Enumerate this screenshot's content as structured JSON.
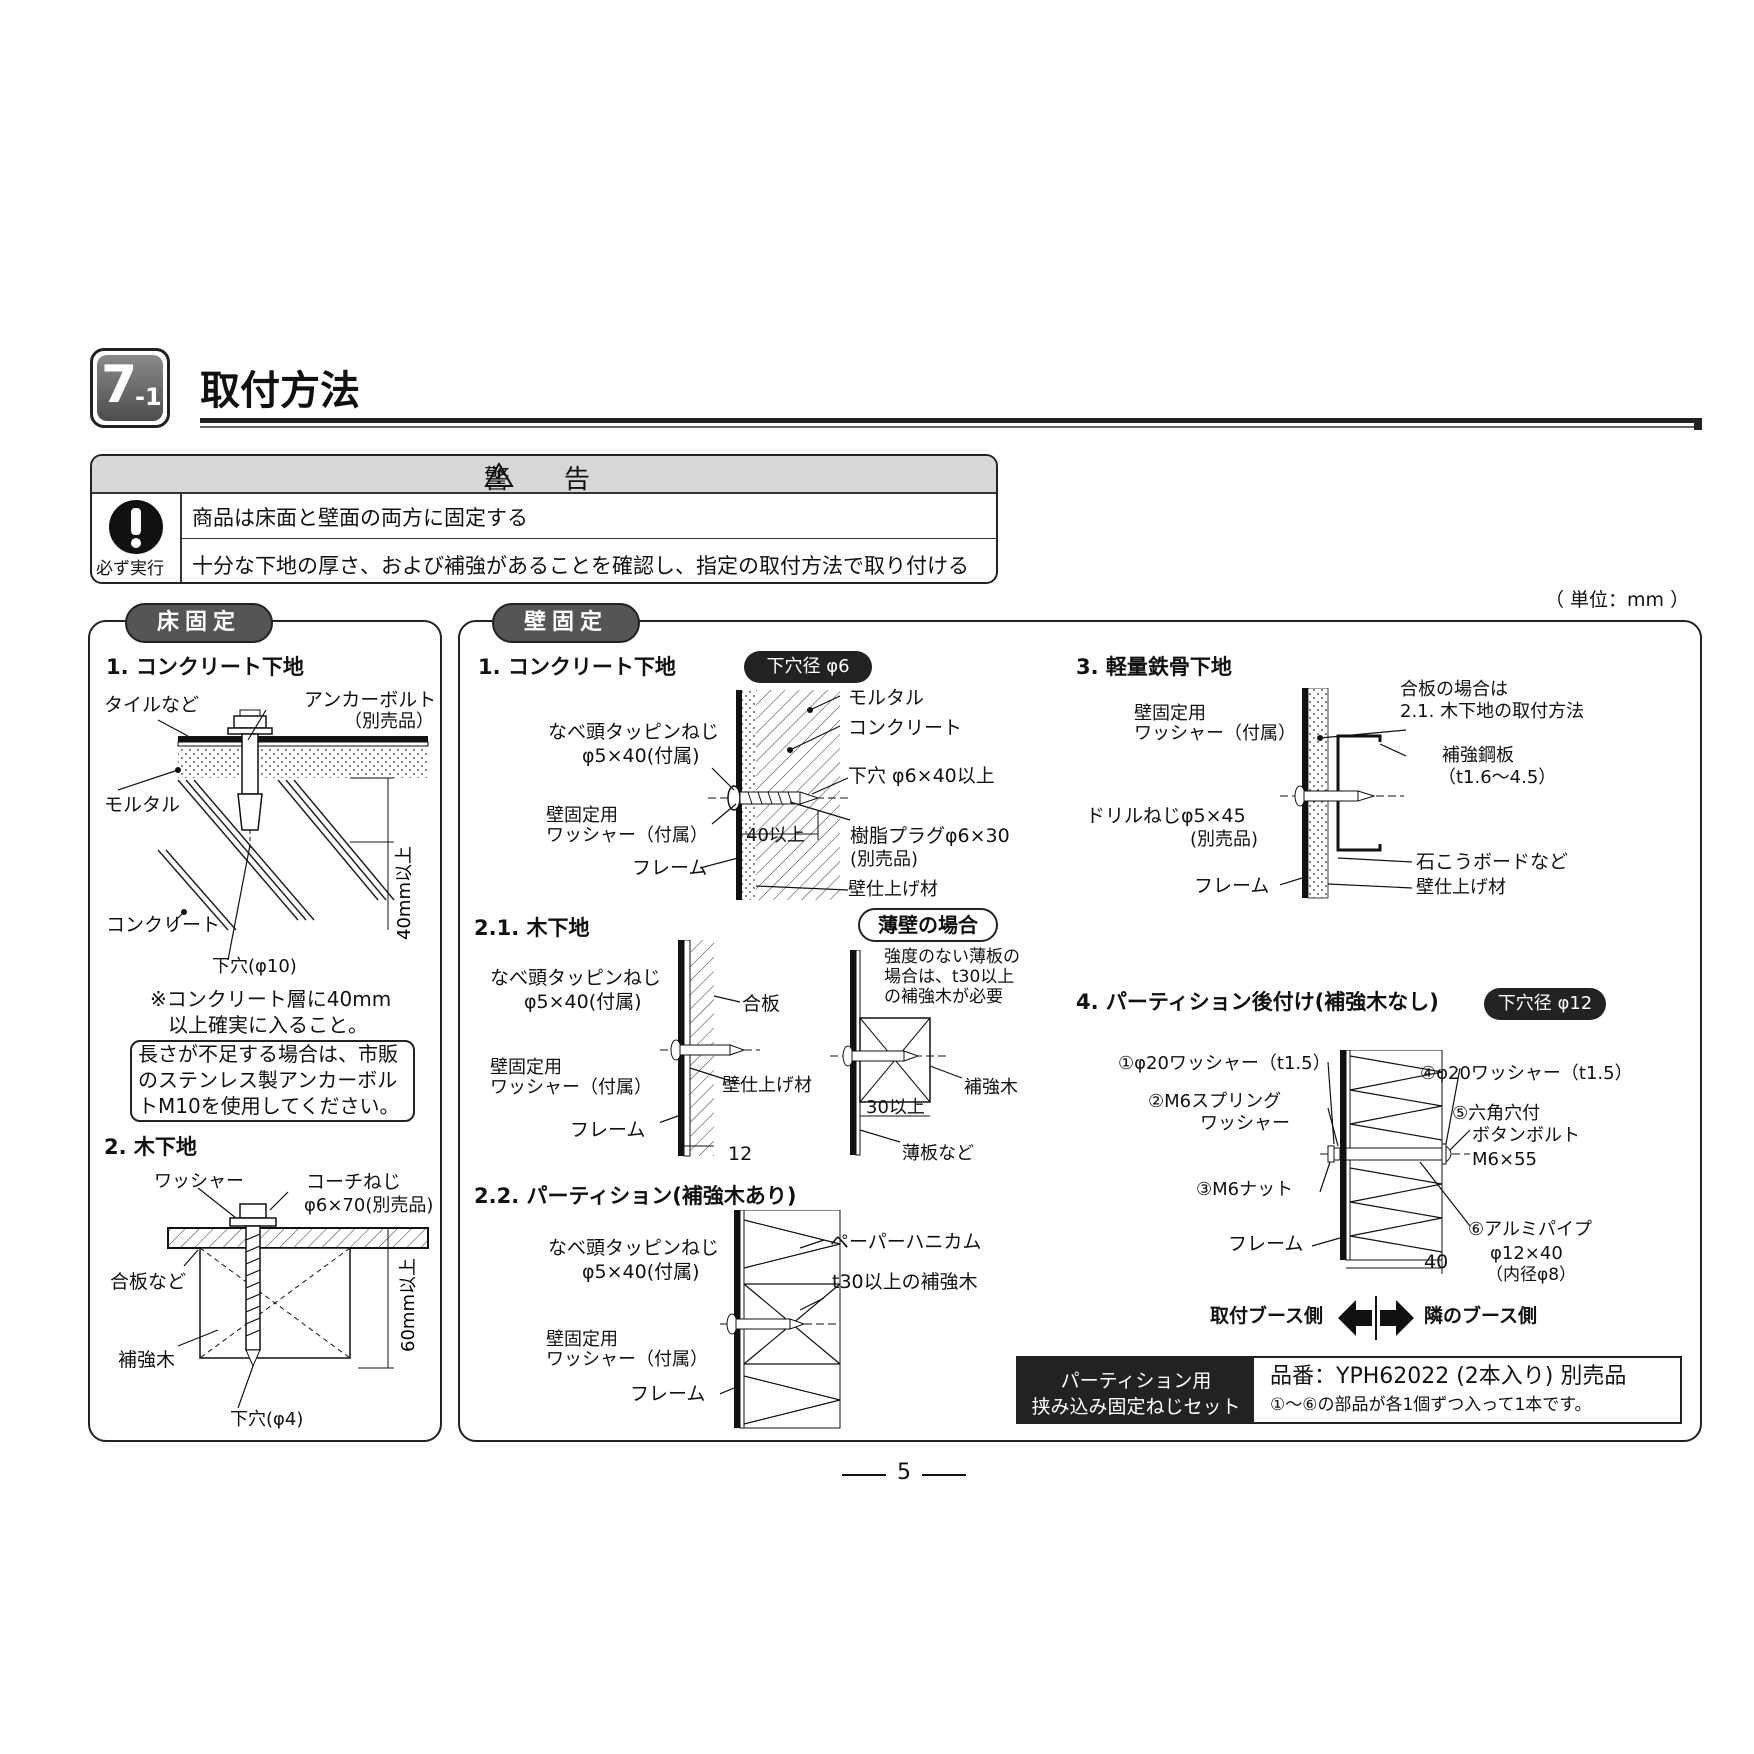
{
  "section": {
    "number": "7",
    "sub": "-1",
    "title": "取付方法"
  },
  "warning": {
    "header": "警　告",
    "icon_label": "必ず実行",
    "row1": "商品は床面と壁面の両方に固定する",
    "row2": "十分な下地の厚さ、および補強があることを確認し、指定の取付方法で取り付ける"
  },
  "unit": "（ 単位：mm ）",
  "floor": {
    "badge": "床固定",
    "concrete": {
      "heading": "1. コンクリート下地",
      "tile": "タイルなど",
      "anchor1": "アンカーボルト",
      "anchor2": "（別売品）",
      "mortar": "モルタル",
      "concrete": "コンクリート",
      "depth": "40mm以上",
      "hole": "下穴(φ10)",
      "note1": "※コンクリート層に40mm",
      "note2": "以上確実に入ること。",
      "paren1": "長さが不足する場合は、市販",
      "paren2": "のステンレス製アンカーボル",
      "paren3": "トM10を使用してください。"
    },
    "wood": {
      "heading": "2. 木下地",
      "washer": "ワッシャー",
      "coach1": "コーチねじ",
      "coach2": "φ6×70(別売品)",
      "plywood": "合板など",
      "reinforce": "補強木",
      "depth": "60mm以上",
      "hole": "下穴(φ4)"
    }
  },
  "wall": {
    "badge": "壁固定",
    "concrete": {
      "heading": "1. コンクリート下地",
      "tag": "下穴径 φ6",
      "mortar": "モルタル",
      "concrete": "コンクリート",
      "screw1": "なべ頭タッピンねじ",
      "screw2": "φ5×40(付属)",
      "hole": "下穴 φ6×40以上",
      "washer1": "壁固定用",
      "washer2": "ワッシャー（付属）",
      "dim": "40以上",
      "plug1": "樹脂プラグφ6×30",
      "plug2": "(別売品)",
      "frame": "フレーム",
      "finish": "壁仕上げ材"
    },
    "wood": {
      "heading": "2.1. 木下地",
      "screw1": "なべ頭タッピンねじ",
      "screw2": "φ5×40(付属)",
      "plywood": "合板",
      "washer1": "壁固定用",
      "washer2": "ワッシャー（付属）",
      "finish": "壁仕上げ材",
      "frame": "フレーム",
      "dim": "12"
    },
    "thin": {
      "heading": "薄壁の場合",
      "note1": "強度のない薄板の",
      "note2": "場合は、t30以上",
      "note3": "の補強木が必要",
      "reinforce": "補強木",
      "dim": "30以上",
      "board": "薄板など"
    },
    "partition": {
      "heading": "2.2. パーティション(補強木あり)",
      "screw1": "なべ頭タッピンねじ",
      "screw2": "φ5×40(付属)",
      "honeycomb": "ペーパーハニカム",
      "reinforce": "t30以上の補強木",
      "washer1": "壁固定用",
      "washer2": "ワッシャー（付属）",
      "frame": "フレーム"
    },
    "steel": {
      "heading": "3. 軽量鉄骨下地",
      "ply1": "合板の場合は",
      "ply2": "2.1. 木下地の取付方法",
      "washer1": "壁固定用",
      "washer2": "ワッシャー（付属）",
      "plate1": "補強鋼板",
      "plate2": "（t1.6〜4.5）",
      "drill1": "ドリルねじφ5×45",
      "drill2": "(別売品)",
      "gypsum": "石こうボードなど",
      "frame": "フレーム",
      "finish": "壁仕上げ材"
    },
    "retrofit": {
      "heading": "4. パーティション後付け(補強木なし)",
      "tag": "下穴径 φ12",
      "p1": "①φ20ワッシャー（t1.5）",
      "p2a": "②M6スプリング",
      "p2b": "ワッシャー",
      "p3": "③M6ナット",
      "p4": "④φ20ワッシャー（t1.5）",
      "p5a": "⑤六角穴付",
      "p5b": "ボタンボルト",
      "p5c": "M6×55",
      "p6a": "⑥アルミパイプ",
      "p6b": "φ12×40",
      "p6c": "（内径φ8）",
      "frame": "フレーム",
      "dim": "40",
      "left_side": "取付ブース側",
      "right_side": "隣のブース側"
    }
  },
  "product": {
    "left1": "パーティション用",
    "left2": "挟み込み固定ねじセット",
    "right1": "品番：YPH62022 (2本入り) 別売品",
    "right2": "①〜⑥の部品が各1個ずつ入って1本です。"
  },
  "page": "5"
}
